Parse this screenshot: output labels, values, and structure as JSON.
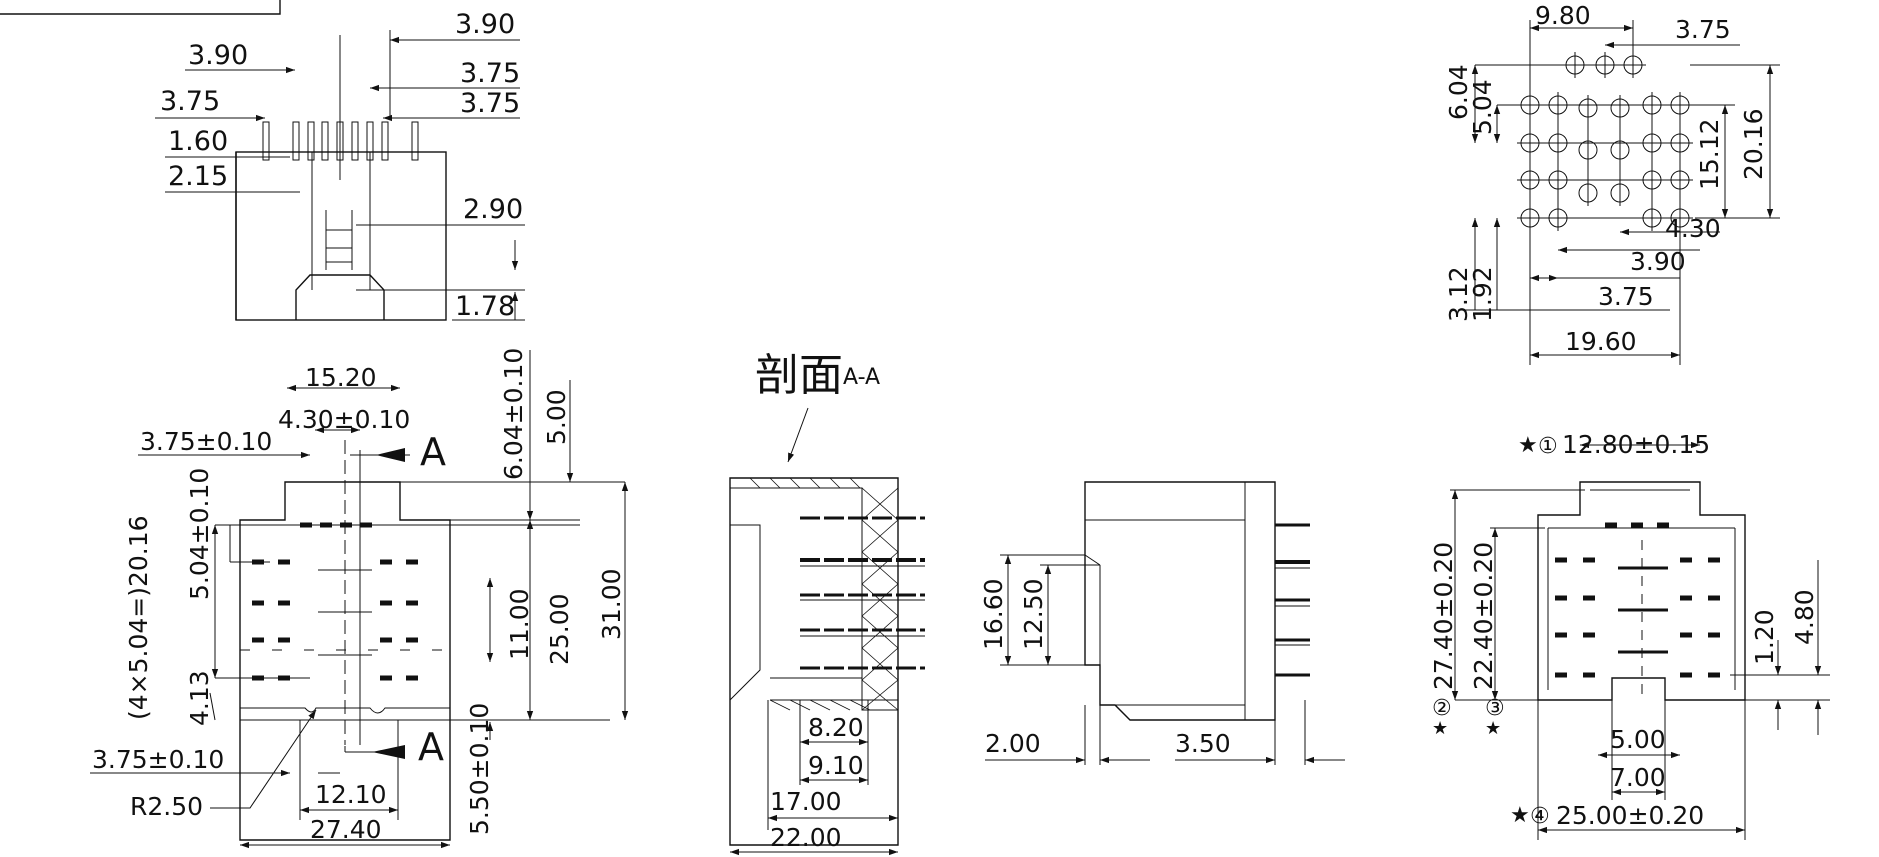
{
  "section_title": {
    "main": "剖面",
    "suffix": "A-A"
  },
  "section_marks": {
    "top": "A",
    "bottom": "A"
  },
  "star_symbol": "★",
  "view_top_left": {
    "labels": [
      "3.90",
      "3.90",
      "3.75",
      "3.75",
      "3.75",
      "1.60",
      "2.15",
      "2.90",
      "1.78"
    ]
  },
  "view_front": {
    "labels": [
      "15.20",
      "4.30±0.10",
      "3.75±0.10",
      "6.04±0.10",
      "5.00",
      "(4×5.04=)20.16",
      "5.04±0.10",
      "4.13",
      "11.00",
      "25.00",
      "31.00",
      "3.75±0.10",
      "R2.50",
      "12.10",
      "27.40",
      "5.50±0.10"
    ]
  },
  "view_section": {
    "labels": [
      "8.20",
      "9.10",
      "17.00",
      "22.00"
    ]
  },
  "view_side": {
    "labels": [
      "16.60",
      "12.50",
      "2.00",
      "3.50"
    ]
  },
  "view_pcb": {
    "labels": [
      "9.80",
      "3.75",
      "6.04",
      "5.04",
      "15.12",
      "20.16",
      "4.30",
      "3.90",
      "3.75",
      "3.12",
      "1.92",
      "19.60"
    ]
  },
  "view_rear": {
    "markers": [
      "①",
      "②",
      "③",
      "④"
    ],
    "labels": [
      "12.80±0.15",
      "27.40±0.20",
      "22.40±0.20",
      "1.20",
      "4.80",
      "5.00",
      "7.00",
      "25.00±0.20"
    ]
  }
}
